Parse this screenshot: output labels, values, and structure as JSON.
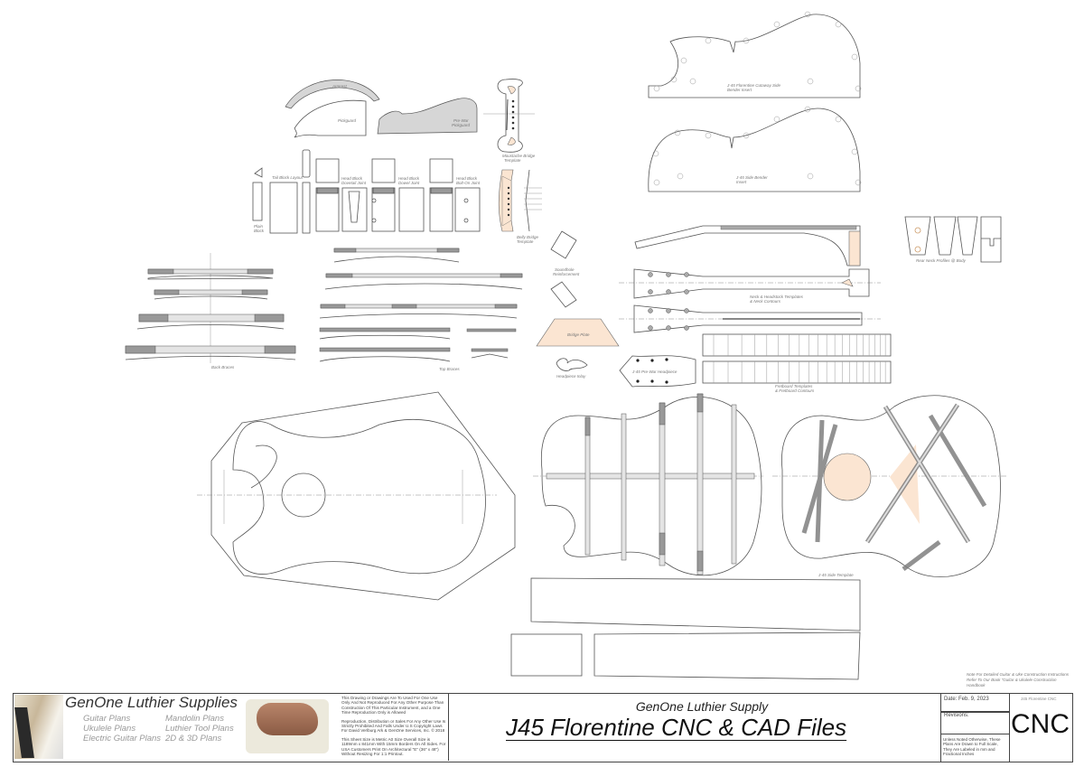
{
  "labels": {
    "armrest": "Armrest",
    "pickguard": "Pickguard",
    "prewar_pickguard": [
      "Pre-War",
      "Pickguard"
    ],
    "moustache_bridge": [
      "Moustache Bridge",
      "Template"
    ],
    "belly_bridge": [
      "Belly Bridge",
      "Template"
    ],
    "tail_block": "Tail Block Layout",
    "plain_block": [
      "Plain",
      "Block"
    ],
    "head_block_dovetail": [
      "Head Block",
      "Dovetail Joint"
    ],
    "head_block_dowel": [
      "Head Block",
      "Dowel Joint"
    ],
    "head_block_bolt": [
      "Head Block",
      "Bolt-On Joint"
    ],
    "soundhole_reinforcement": [
      "Soundhole",
      "Reinforcement"
    ],
    "bridge_plate": "Bridge Plate",
    "headpiece_inlay": "Headpiece Inlay",
    "prewar_headpiece": "J-45 Pre-War Headpiece",
    "neck_templates": [
      "Neck & Headstock Templates",
      "& Neck Contours"
    ],
    "fretboard_templates": [
      "Fretboard Templates",
      "& Fretboard Contours"
    ],
    "cutaway_bender": [
      "J-45 Florentine Cutaway Side",
      "Bender Insert"
    ],
    "side_bender": [
      "J-45 Side Bender",
      "Insert"
    ],
    "rear_neck_profiles": "Rear Neck Profiles @ Body",
    "side_template": "J-45 Side Template",
    "back_braces": "Back Braces",
    "top_braces": "Top Braces"
  },
  "note": [
    "Note For Detailed Guitar & Uke Construction Instructions",
    "Refer To Our Book \"Guitar & Ukulele Construction",
    "Handbook"
  ],
  "title_block": {
    "brand": "GenOne Luthier Supplies",
    "plans_col1": [
      "Guitar Plans",
      "Ukulele Plans",
      "Electric Guitar Plans"
    ],
    "plans_col2": [
      "Mandolin Plans",
      "Luthier Tool Plans",
      "2D & 3D Plans"
    ],
    "disclaimer_1": "This Drawing or Drawings Are To Used For One Use Only And Not Reproduced For Any Other Purpose Than Construction Of This Particular Instrument, and a One Time Reproduction Only is Allowed",
    "disclaimer_2": "Reproduction, Distribution or Sales For Any Other Use Is Strictly Prohibited And Falls Under U.S Copyright Laws For David Verlburg Ark & GenOne Services, Inc. © 2018",
    "disclaimer_3": "This Sheet Size is Metric A0 Size Overall Size is 1189mm x 841mm With 15mm Borders On All Sides. For USA Customers Print On Architectural \"E\" (36\" x 48\") Without Resizing For 1:1 Printout.",
    "company": "GenOne Luthier Supply",
    "title": "J45 Florentine CNC & CAD Files",
    "date": "Date: Feb. 9, 2023",
    "revisions": "Revisions:",
    "scale_note": "Unless Noted Otherwise, These Plans Are Drawn to Full Scale, They Are Labeled in mm and Fractional Inches",
    "sheet_name": "J45 Florentine CNC",
    "sheet_code": "CNC"
  },
  "colors": {
    "wood": "#fbe5d2",
    "brace_dark": "#999999",
    "line": "#555555"
  }
}
